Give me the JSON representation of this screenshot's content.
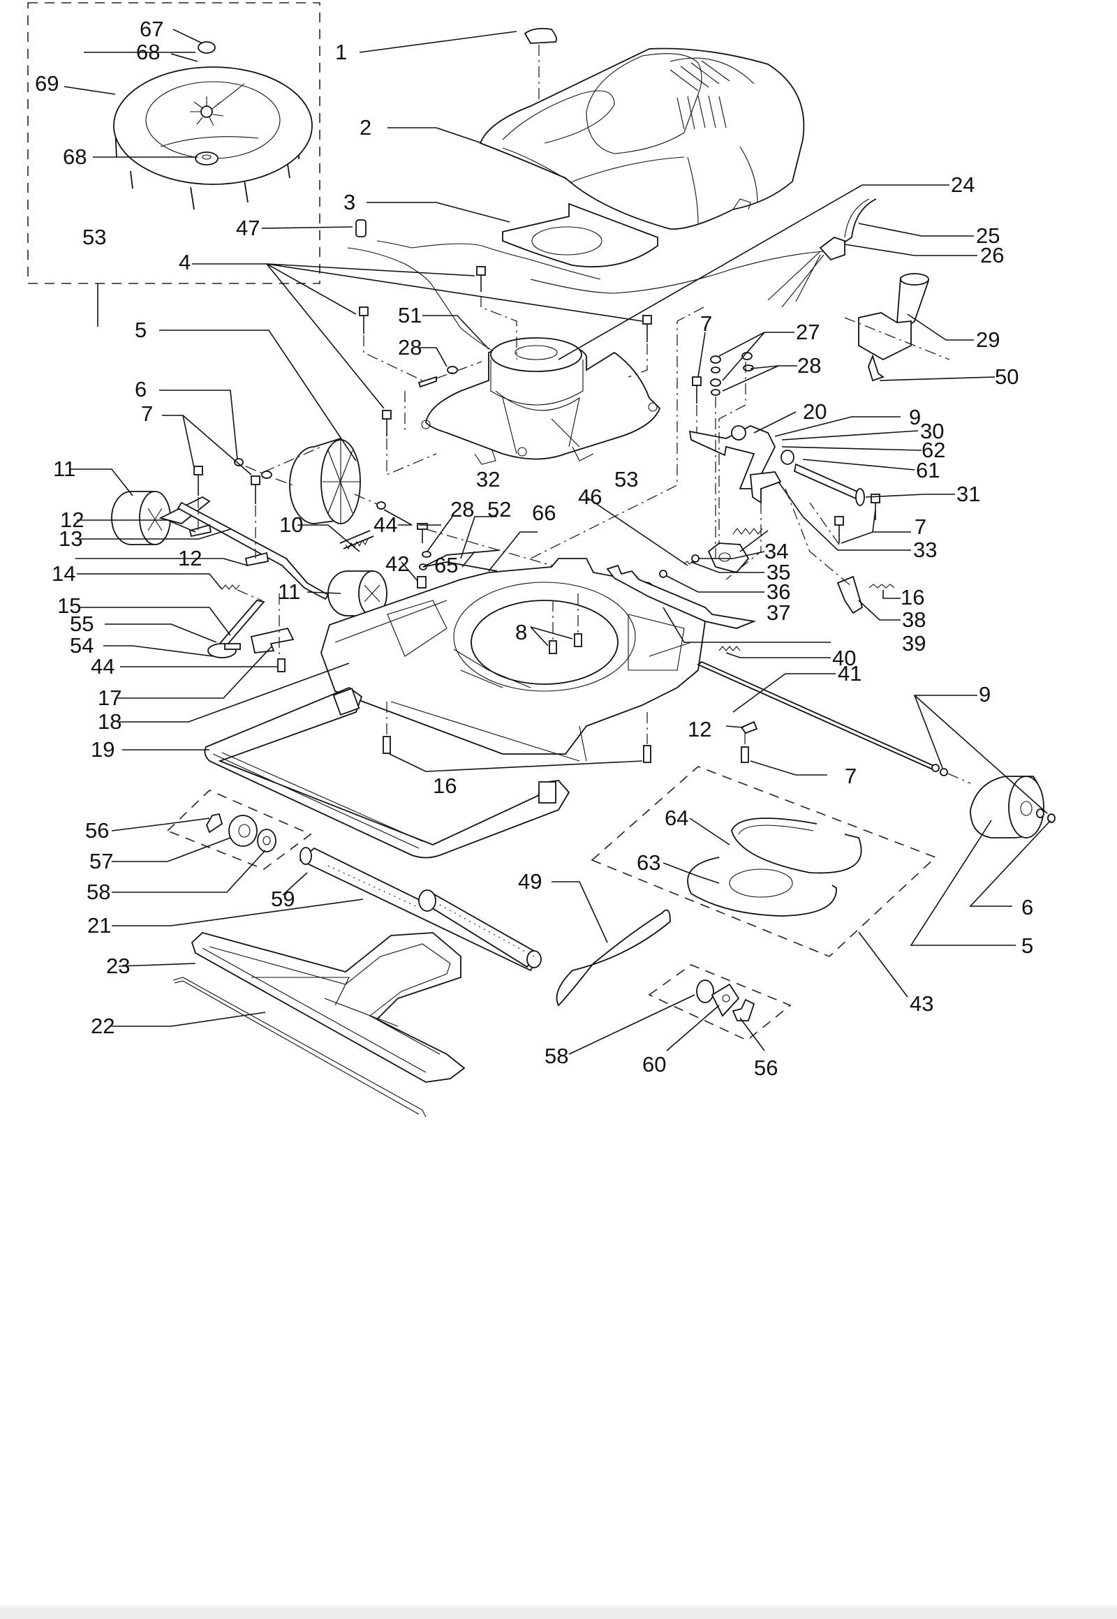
{
  "diagram": {
    "title": "Upright vacuum cleaner exploded parts diagram",
    "callouts": [
      {
        "id": "c1",
        "label": "1",
        "part": "cover-knob"
      },
      {
        "id": "c2",
        "label": "2",
        "part": "top-cover"
      },
      {
        "id": "c3",
        "label": "3",
        "part": "motor-gasket-plate"
      },
      {
        "id": "c4",
        "label": "4",
        "part": "motor-screws"
      },
      {
        "id": "c5a",
        "label": "5",
        "part": "rear-wheel-left"
      },
      {
        "id": "c5b",
        "label": "5",
        "part": "rear-wheel-right"
      },
      {
        "id": "c6a",
        "label": "6",
        "part": "wheel-nut-left"
      },
      {
        "id": "c6b",
        "label": "6",
        "part": "wheel-nut-right"
      },
      {
        "id": "c7a",
        "label": "7",
        "part": "axle-screws"
      },
      {
        "id": "c7b",
        "label": "7",
        "part": "bracket-screw"
      },
      {
        "id": "c7c",
        "label": "7",
        "part": "pedal-bracket-screws"
      },
      {
        "id": "c7d",
        "label": "7",
        "part": "axle-clamp-screw"
      },
      {
        "id": "c8",
        "label": "8",
        "part": "base-screws"
      },
      {
        "id": "c9a",
        "label": "9",
        "part": "bracket-washer"
      },
      {
        "id": "c9b",
        "label": "9",
        "part": "axle-washers"
      },
      {
        "id": "c10",
        "label": "10",
        "part": "height-spring"
      },
      {
        "id": "c11a",
        "label": "11",
        "part": "front-wheel-left"
      },
      {
        "id": "c11b",
        "label": "11",
        "part": "front-wheel-right"
      },
      {
        "id": "c12a",
        "label": "12",
        "part": "axle-clamp-upper"
      },
      {
        "id": "c12b",
        "label": "12",
        "part": "axle-clamp-lower"
      },
      {
        "id": "c12c",
        "label": "12",
        "part": "axle-clamp-rear"
      },
      {
        "id": "c13",
        "label": "13",
        "part": "front-axle"
      },
      {
        "id": "c14",
        "label": "14",
        "part": "lever-spring"
      },
      {
        "id": "c15",
        "label": "15",
        "part": "height-lever"
      },
      {
        "id": "c16a",
        "label": "16",
        "part": "pedal-spring"
      },
      {
        "id": "c16b",
        "label": "16",
        "part": "bumper-screws"
      },
      {
        "id": "c17",
        "label": "17",
        "part": "lever-plate"
      },
      {
        "id": "c18",
        "label": "18",
        "part": "base-housing"
      },
      {
        "id": "c19",
        "label": "19",
        "part": "bumper"
      },
      {
        "id": "c20",
        "label": "20",
        "part": "handle-bracket"
      },
      {
        "id": "c21",
        "label": "21",
        "part": "brush-roll"
      },
      {
        "id": "c22",
        "label": "22",
        "part": "wire-guard"
      },
      {
        "id": "c23",
        "label": "23",
        "part": "bottom-plate"
      },
      {
        "id": "c24",
        "label": "24",
        "part": "motor-wire"
      },
      {
        "id": "c25",
        "label": "25",
        "part": "power-cord"
      },
      {
        "id": "c26",
        "label": "26",
        "part": "cord-strain-relief"
      },
      {
        "id": "c27",
        "label": "27",
        "part": "nuts"
      },
      {
        "id": "c28a",
        "label": "28",
        "part": "washer-motor"
      },
      {
        "id": "c28b",
        "label": "28",
        "part": "washers-bracket"
      },
      {
        "id": "c28c",
        "label": "28",
        "part": "washer-ground"
      },
      {
        "id": "c29",
        "label": "29",
        "part": "handle-socket"
      },
      {
        "id": "c30",
        "label": "30",
        "part": "bracket-bushing"
      },
      {
        "id": "c31",
        "label": "31",
        "part": "pivot-pin"
      },
      {
        "id": "c32",
        "label": "32",
        "part": "motor-base"
      },
      {
        "id": "c33",
        "label": "33",
        "part": "pedal-bracket"
      },
      {
        "id": "c34",
        "label": "34",
        "part": "switch-housing"
      },
      {
        "id": "c35",
        "label": "35",
        "part": "switch-pin"
      },
      {
        "id": "c36",
        "label": "36",
        "part": "switch-spring"
      },
      {
        "id": "c37",
        "label": "37",
        "part": "switch-nut"
      },
      {
        "id": "c38",
        "label": "38",
        "part": "release-pedal"
      },
      {
        "id": "c39",
        "label": "39",
        "part": "pedal-rod"
      },
      {
        "id": "c40",
        "label": "40",
        "part": "return-spring"
      },
      {
        "id": "c41",
        "label": "41",
        "part": "rear-axle"
      },
      {
        "id": "c42",
        "label": "42",
        "part": "terminal-block"
      },
      {
        "id": "c43",
        "label": "43",
        "part": "filter-kit"
      },
      {
        "id": "c44a",
        "label": "44",
        "part": "ground-screw"
      },
      {
        "id": "c44b",
        "label": "44",
        "part": "lever-screw"
      },
      {
        "id": "c46",
        "label": "46",
        "part": "switch-link"
      },
      {
        "id": "c47",
        "label": "47",
        "part": "wire-connector"
      },
      {
        "id": "c49",
        "label": "49",
        "part": "drive-belt"
      },
      {
        "id": "c50",
        "label": "50",
        "part": "handle-clip"
      },
      {
        "id": "c51",
        "label": "51",
        "part": "motor"
      },
      {
        "id": "c52",
        "label": "52",
        "part": "ground-wire"
      },
      {
        "id": "c53a",
        "label": "53",
        "part": "fan-assembly"
      },
      {
        "id": "c53b",
        "label": "53",
        "part": "motor-assembly"
      },
      {
        "id": "c54",
        "label": "54",
        "part": "lever-knob"
      },
      {
        "id": "c55",
        "label": "55",
        "part": "lever-pin"
      },
      {
        "id": "c56a",
        "label": "56",
        "part": "brush-end-clip-left"
      },
      {
        "id": "c56b",
        "label": "56",
        "part": "brush-end-clip-right"
      },
      {
        "id": "c57",
        "label": "57",
        "part": "bearing-housing-left"
      },
      {
        "id": "c58a",
        "label": "58",
        "part": "bearing-washer-left"
      },
      {
        "id": "c58b",
        "label": "58",
        "part": "bearing-washer-right"
      },
      {
        "id": "c59",
        "label": "59",
        "part": "brush-bearing"
      },
      {
        "id": "c60",
        "label": "60",
        "part": "bearing-housing-right"
      },
      {
        "id": "c61",
        "label": "61",
        "part": "bracket-bushing-2"
      },
      {
        "id": "c62",
        "label": "62",
        "part": "bracket-spacer"
      },
      {
        "id": "c63",
        "label": "63",
        "part": "filter-disc"
      },
      {
        "id": "c64",
        "label": "64",
        "part": "filter-ring"
      },
      {
        "id": "c65",
        "label": "65",
        "part": "ground-strap"
      },
      {
        "id": "c66",
        "label": "66",
        "part": "ground-terminal"
      },
      {
        "id": "c67",
        "label": "67",
        "part": "fan-nut"
      },
      {
        "id": "c68a",
        "label": "68",
        "part": "fan-washer-top"
      },
      {
        "id": "c68b",
        "label": "68",
        "part": "fan-washer-bottom"
      },
      {
        "id": "c69",
        "label": "69",
        "part": "fan"
      }
    ]
  }
}
